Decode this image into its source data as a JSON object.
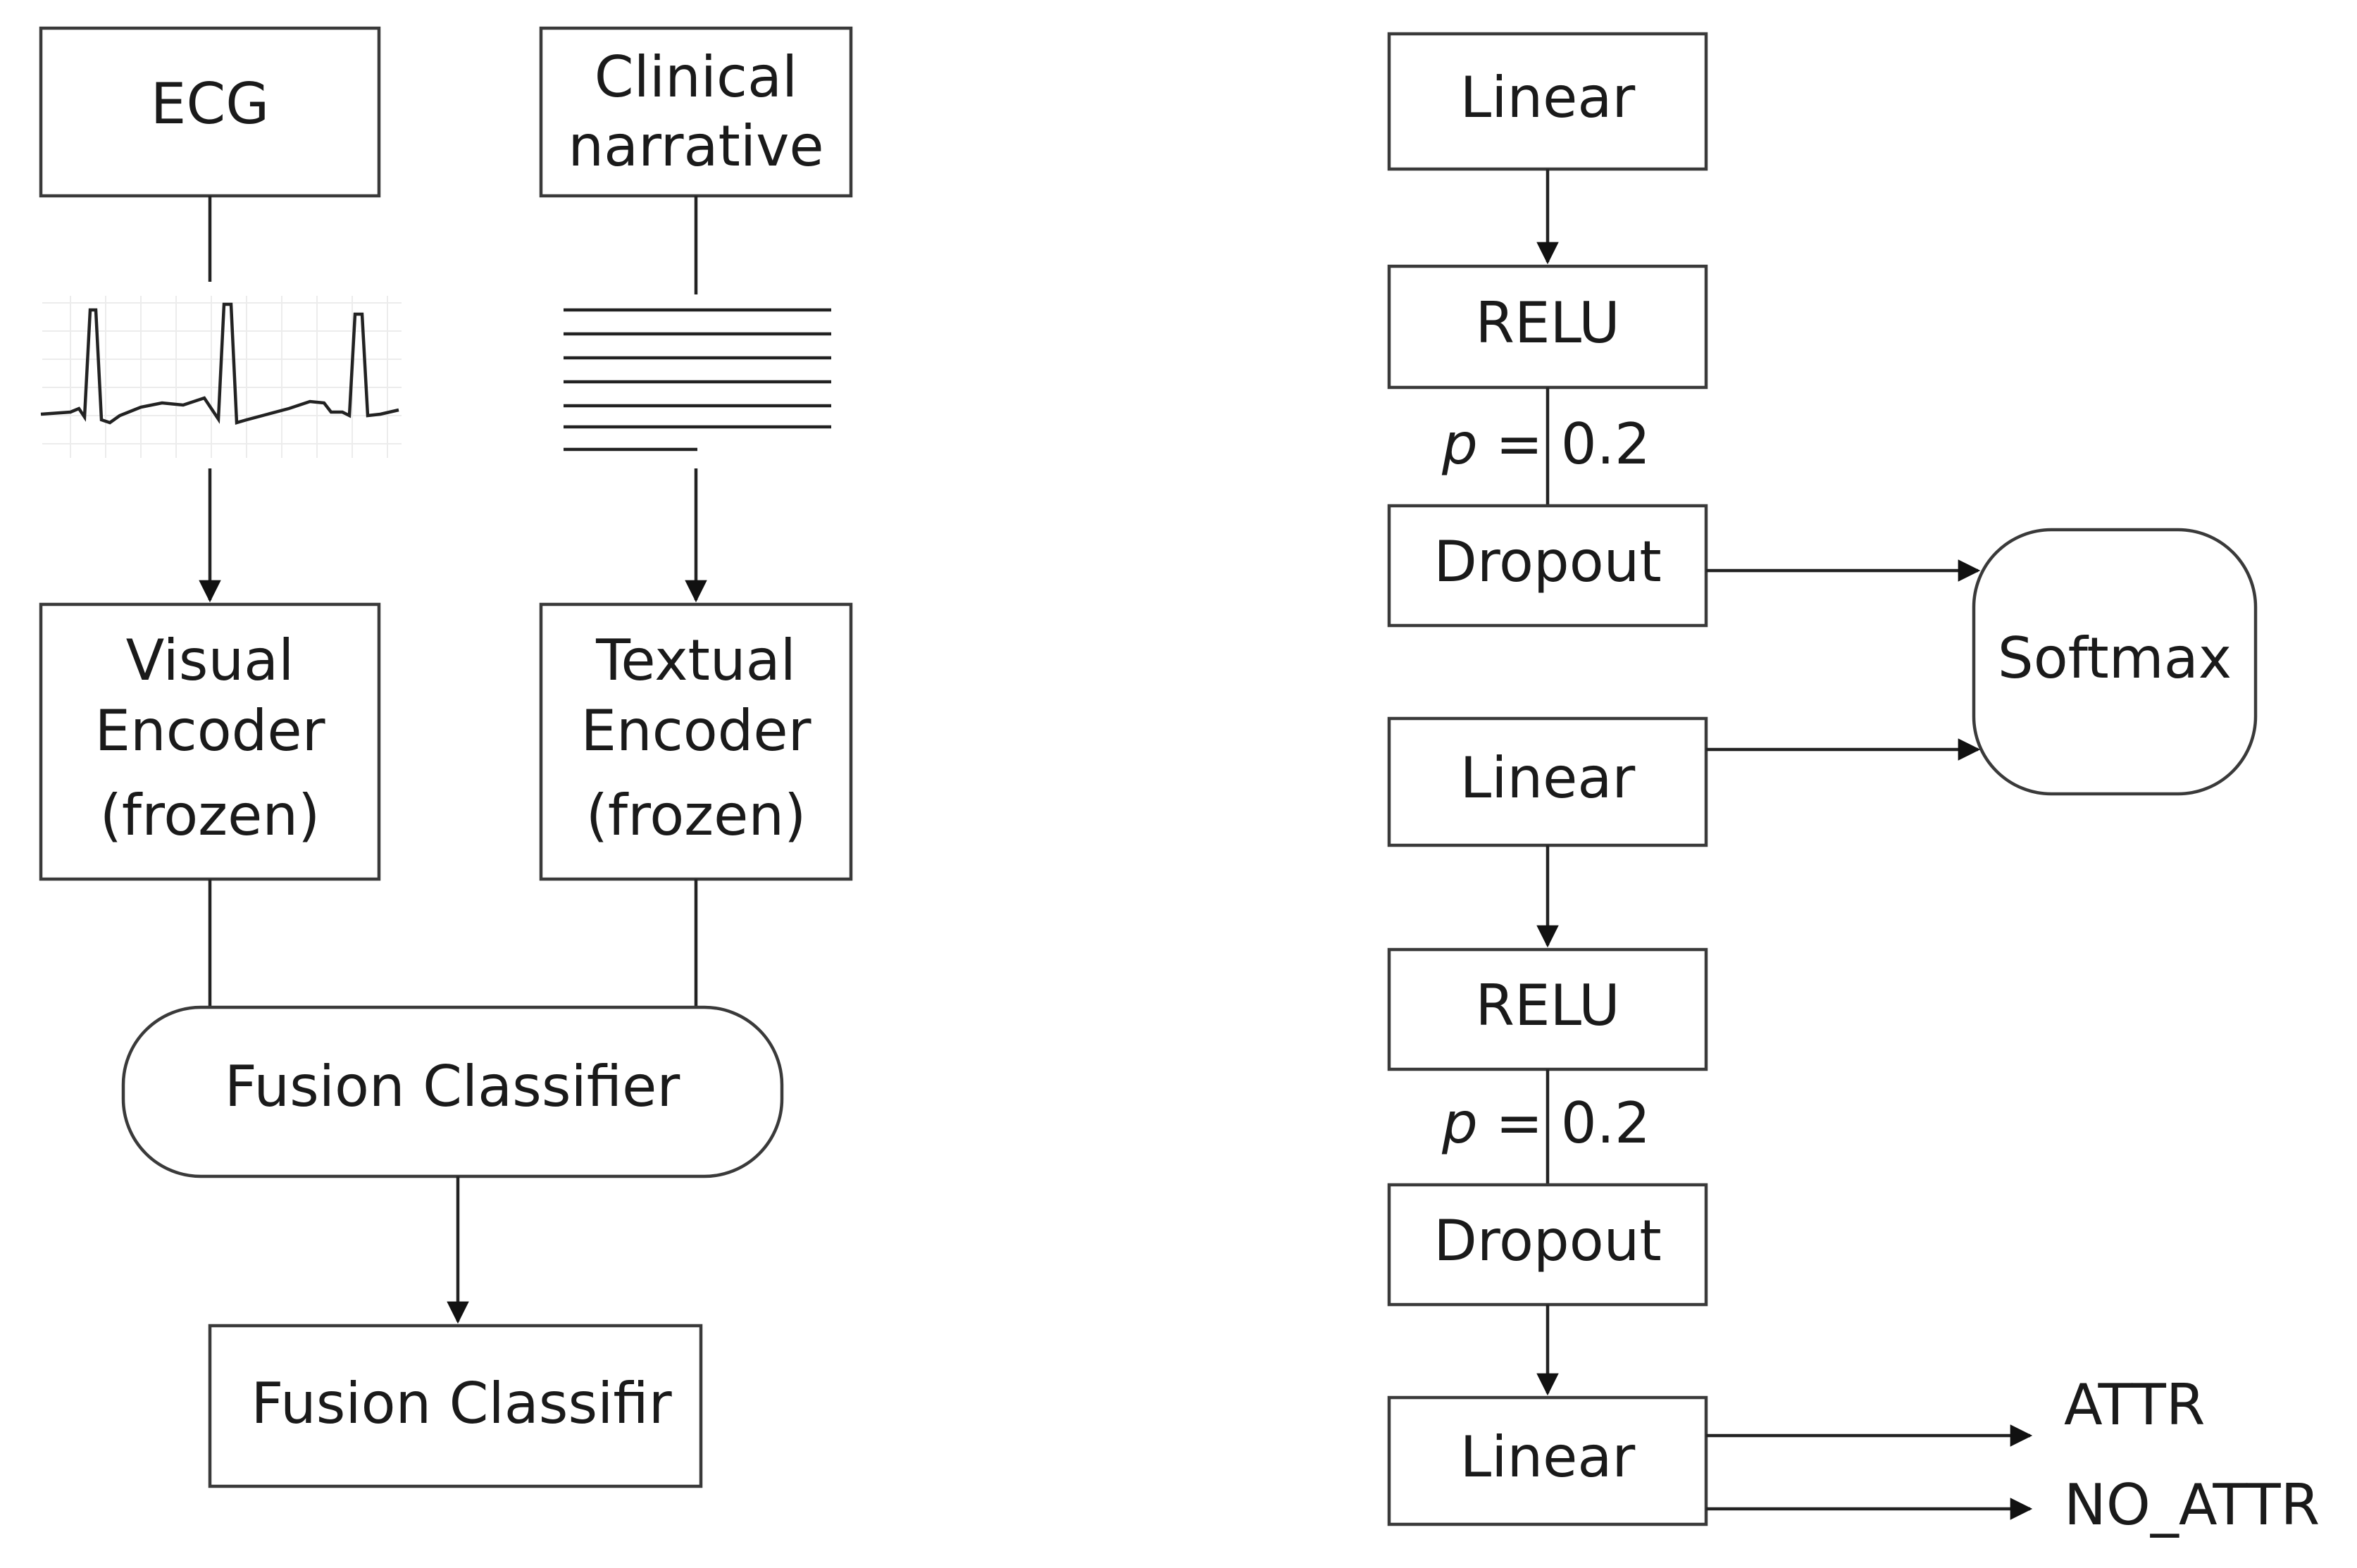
{
  "left": {
    "ecg": "ECG",
    "clinical_line1": "Clinical",
    "clinical_line2": "narrative",
    "visual_line1": "Visual",
    "visual_line2": "Encoder",
    "visual_line3": "(frozen)",
    "textual_line1": "Textual",
    "textual_line2": "Encoder",
    "textual_line3": "(frozen)",
    "fusion_classifier": "Fusion Classifier",
    "fusion_classifir": "Fusion Classifir"
  },
  "right": {
    "linear_1": "Linear",
    "relu_1": "RELU",
    "dropout_p_1_var": "p",
    "dropout_p_1_rest": " = 0.2",
    "dropout_1": "Dropout",
    "linear_2": "Linear",
    "softmax": "Softmax",
    "relu_2": "RELU",
    "dropout_p_2_var": "p",
    "dropout_p_2_rest": " = 0.2",
    "dropout_2": "Dropout",
    "linear_3": "Linear",
    "out_attr": "ATTR",
    "out_no_attr": "NO_ATTR"
  }
}
